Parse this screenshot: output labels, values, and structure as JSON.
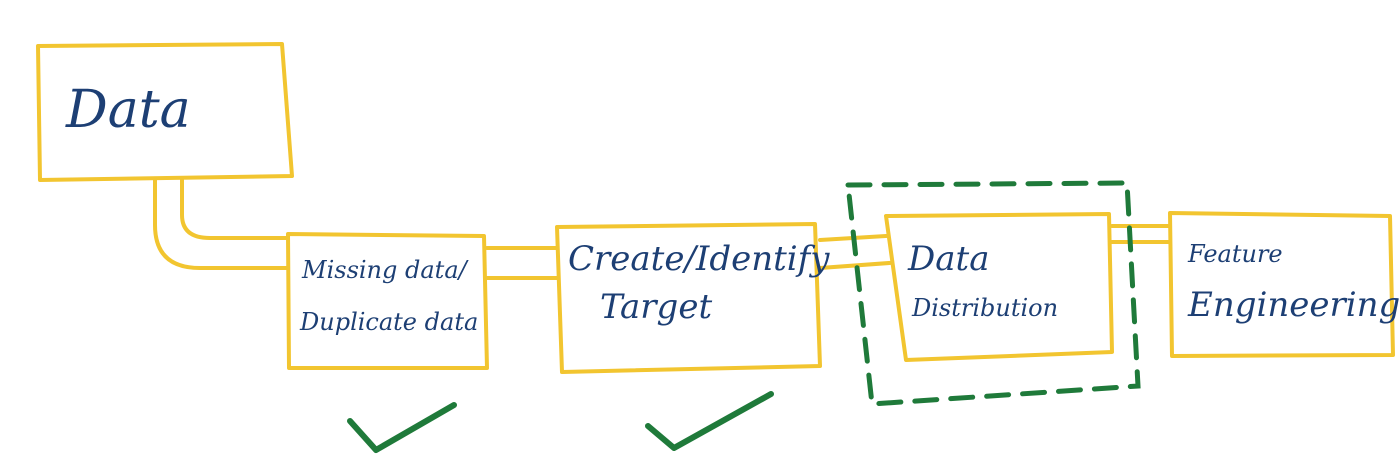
{
  "diagram": {
    "nodes": {
      "data": {
        "label": "Data"
      },
      "missing": {
        "line1": "Missing data/",
        "line2": "Duplicate data"
      },
      "target": {
        "line1": "Create/Identify",
        "line2": "Target"
      },
      "distribution": {
        "line1": "Data",
        "line2": "Distribution"
      },
      "feature": {
        "line1": "Feature",
        "line2": "Engineering"
      }
    },
    "completed_steps": [
      "missing",
      "target"
    ],
    "highlighted_step": "distribution",
    "colors": {
      "box_outline": "#f2c530",
      "text": "#1d3f74",
      "highlight": "#1f7a3a"
    }
  }
}
